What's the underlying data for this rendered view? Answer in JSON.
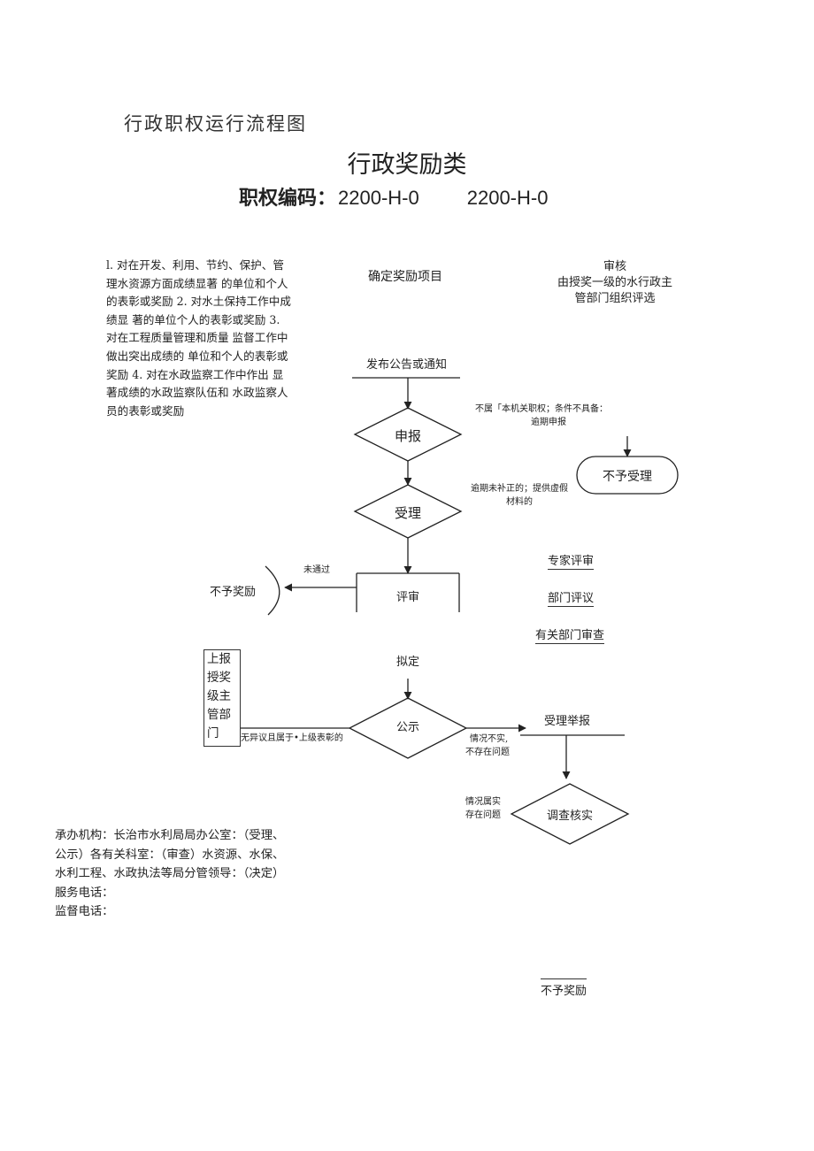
{
  "header": {
    "doc_title": "行政职权运行流程图",
    "category": "行政奖励类",
    "code_label": "职权编码：",
    "code_1": "2200-H-0",
    "code_2": "2200-H-0"
  },
  "scope_text": "l. 对在开发、利用、节约、保护、管理水资源方面成绩显著 的单位和个人的表彰或奖励 2. 对水土保持工作中成绩显 著的单位个人的表彰或奖励 3. 对在工程质量管理和质量 监督工作中做出突出成绩的 单位和个人的表彰或奖励 4. 对在水政监察工作中作出 显著成绩的水政监察队伍和 水政监察人员的表彰或奖励",
  "flow": {
    "confirm_item": "确定奖励项目",
    "review_title": "审核",
    "review_desc_1": "由授奖一级的水行政主",
    "review_desc_2": "管部门组织评选",
    "publish": "发布公告或通知",
    "not_accept_reason_1": "不属「本机关职权；条件不具备：",
    "not_accept_reason_2": "逾期申报",
    "apply": "申报",
    "not_accept": "不予受理",
    "overdue_reason_1": "逾期未补正的；提供虚假",
    "overdue_reason_2": "材料的",
    "accept": "受理",
    "expert_review": "专家评审",
    "dept_discuss": "部门评议",
    "related_review": "有关部门审查",
    "not_passed": "未通过",
    "no_reward_left": "不予奖励",
    "evaluate": "评审",
    "draft": "拟定",
    "report_upper": "上报授奖级主管部门",
    "no_objection": "无异议且属于•上级表彰的",
    "publicize": "公示",
    "accept_report": "受理举报",
    "not_true_1": "情况不实,",
    "not_true_2": "不存在问题",
    "true_1": "情况属实",
    "true_2": "存在问题",
    "investigate": "调查核实",
    "no_reward_bottom": "不予奖励"
  },
  "footer": {
    "org": "承办机构：长治市水利局局办公室：（受理、公示）各有关科室：（审查）水资源、水保、水利工程、水政执法等局分管领导：（决定）",
    "phone": "服务电话：",
    "supervise": "监督电话："
  }
}
